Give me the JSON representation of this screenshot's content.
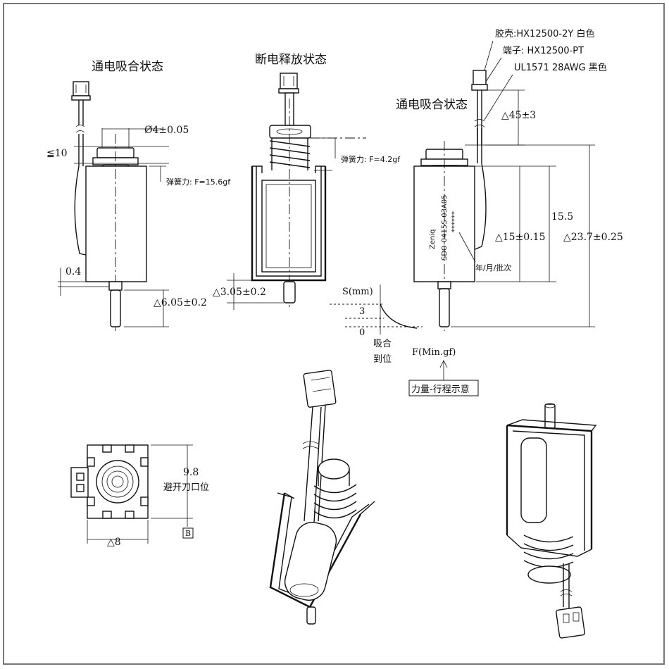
{
  "views": {
    "front_energized": {
      "title": "通电吸合状态",
      "wire_length": "≦10",
      "diameter": "Ø4±0.05",
      "spring_force": "弹簧力: F=15.6gf",
      "offset": "0.4",
      "plunger_length": "△6.05±0.2"
    },
    "front_released": {
      "title": "断电释放状态",
      "spring_force": "弹簧力: F=4.2gf",
      "plunger_length": "△3.05±0.2"
    },
    "side_energized": {
      "title": "通电吸合状态",
      "housing": "胶壳:HX12500-2Y 白色",
      "terminal": "端子: HX12500-PT",
      "wire": "UL1571 28AWG 黑色",
      "wire_length": "△45±3",
      "body_height": "△15±0.15",
      "total_height": "△23.7±0.25",
      "inner_height": "15.5",
      "label_brand": "Zeniq",
      "label_model": "SDO-0415S-03A05",
      "label_stars": "******",
      "date_code_note": "年/月/批次"
    }
  },
  "force_stroke": {
    "y_axis_label": "S(mm)",
    "tick_3": "3",
    "tick_0": "0",
    "hold_label_line1": "吸合",
    "hold_label_line2": "到位",
    "x_axis_label": "F(Min.gf)",
    "caption": "力量-行程示意"
  },
  "bottom_view": {
    "height": "9.8",
    "note": "避开刀口位",
    "width": "△8",
    "datum": "B"
  },
  "colors": {
    "line": "#111111",
    "frame": "#777777",
    "background": "#ffffff"
  }
}
